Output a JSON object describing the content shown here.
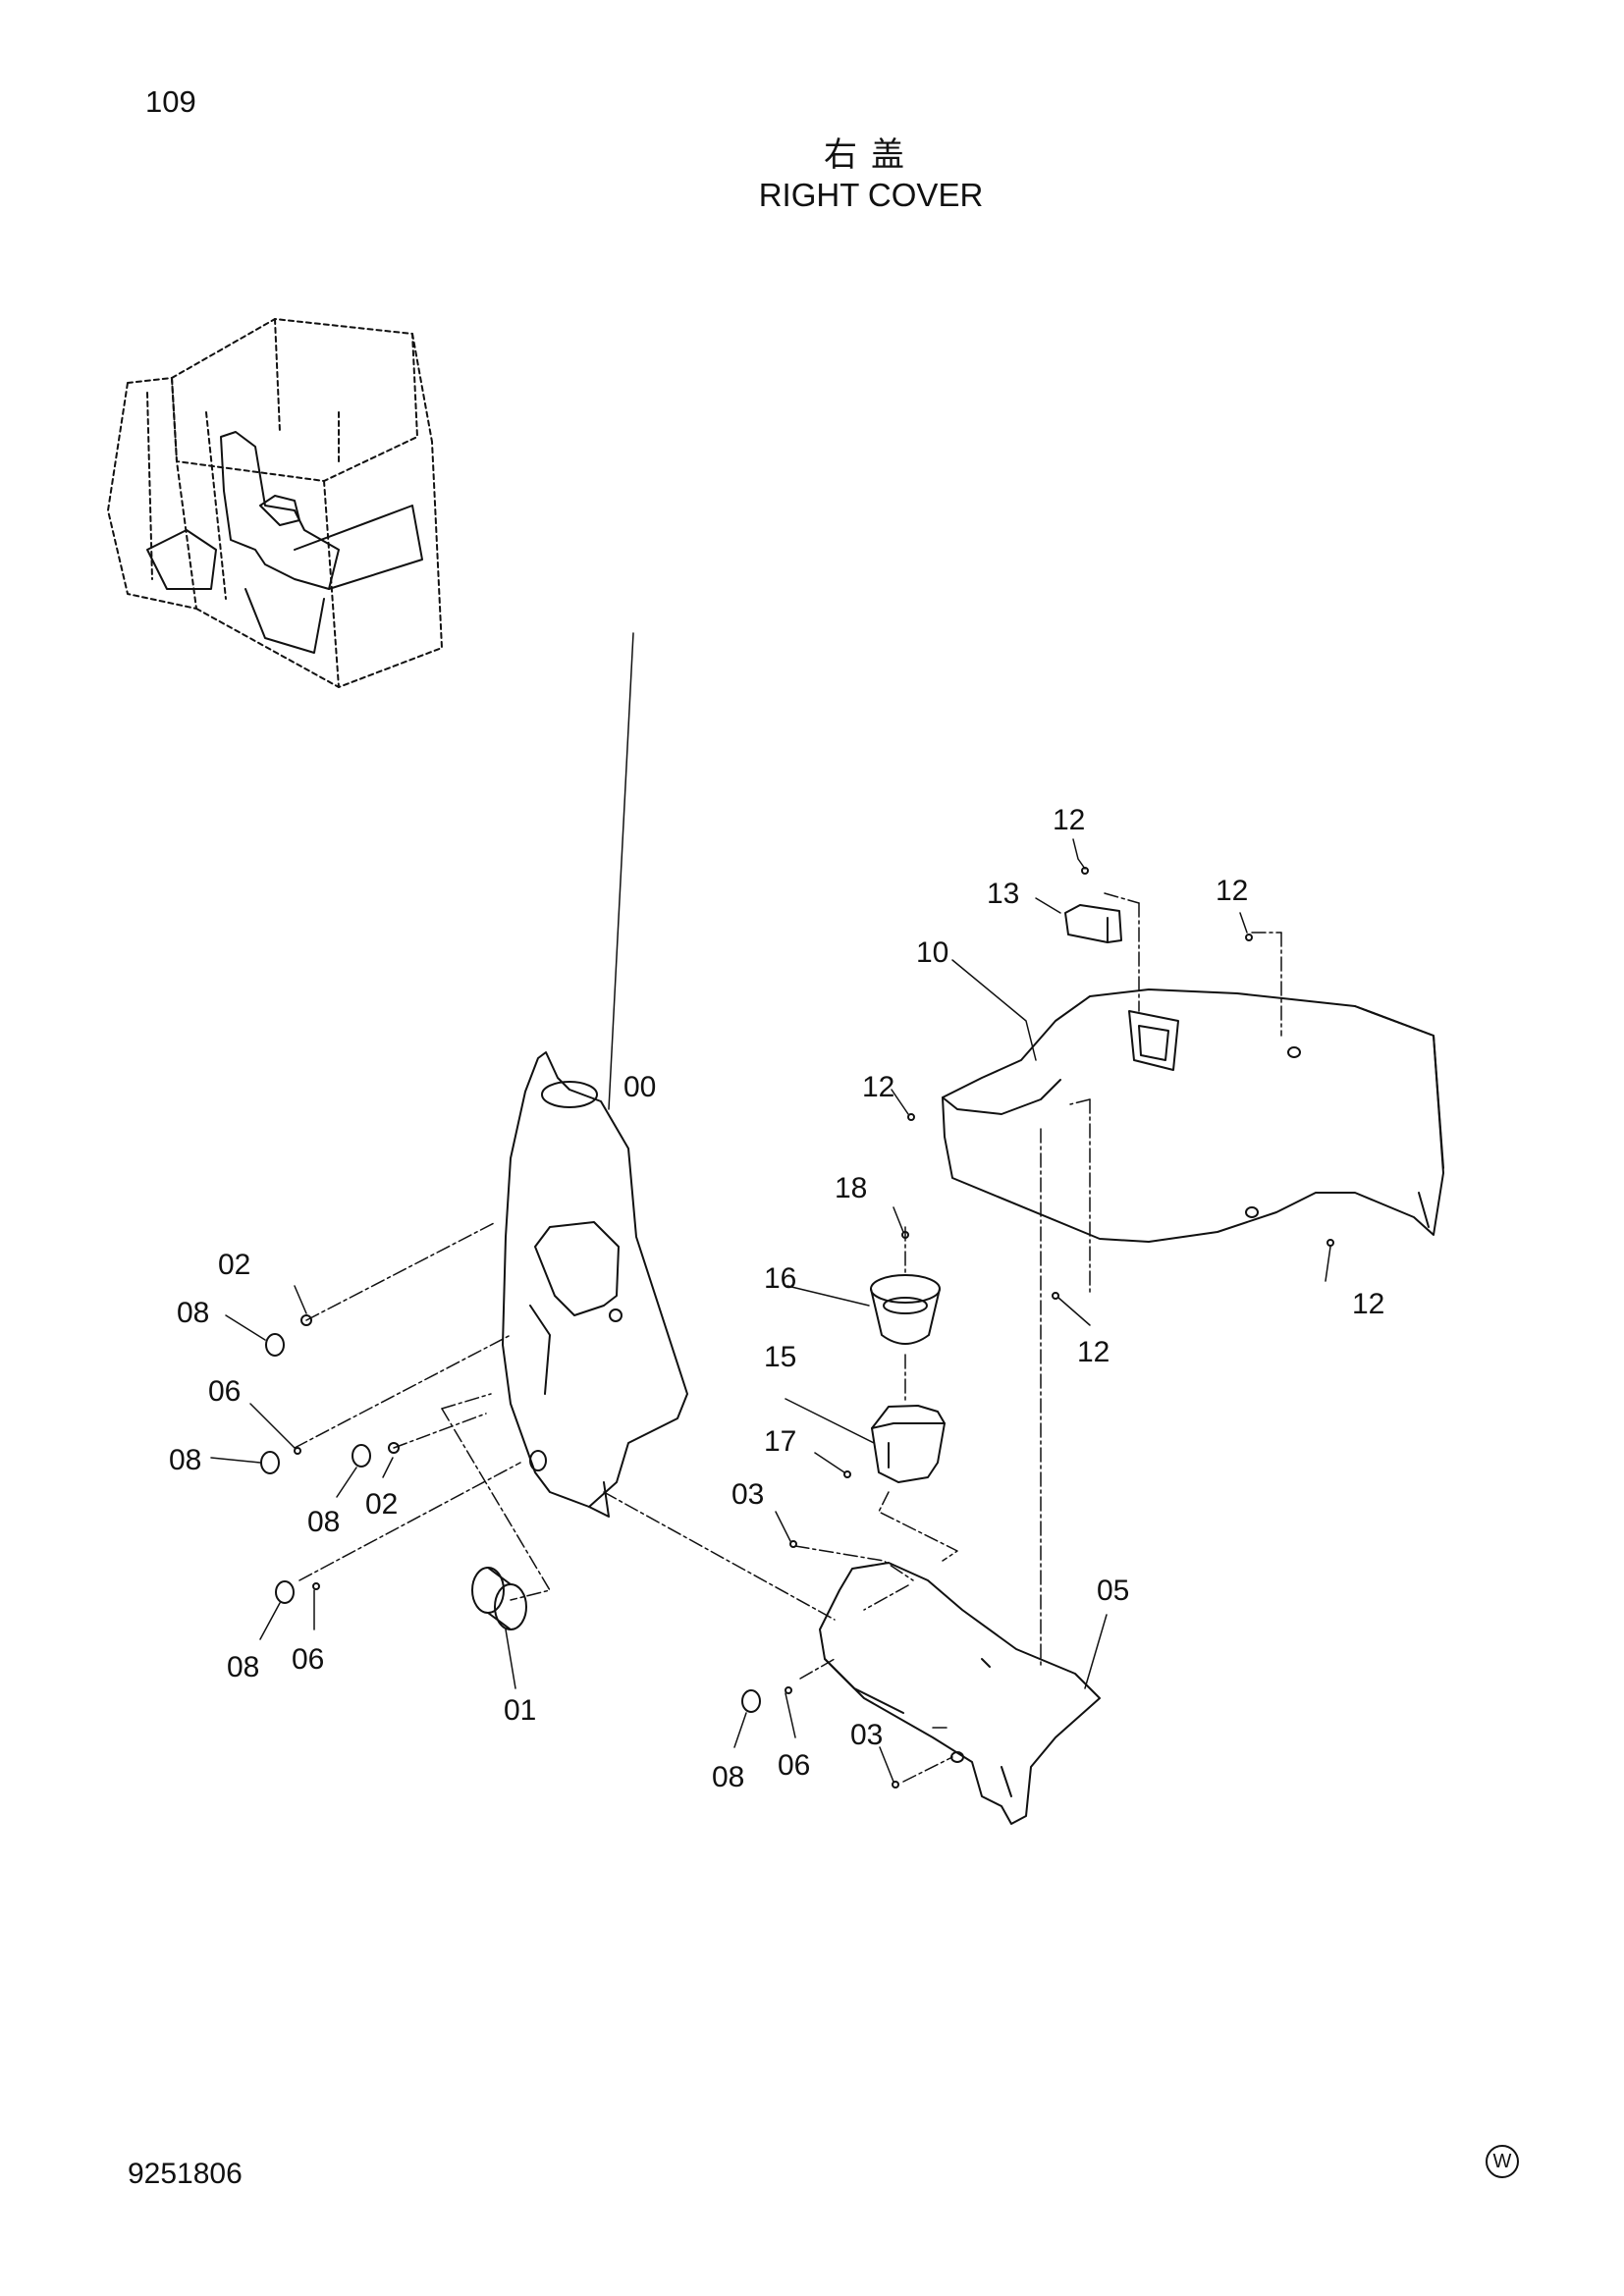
{
  "page_number": "109",
  "title_cn": "右盖",
  "title_en": "RIGHT COVER",
  "document_number": "9251806",
  "watermark_symbol": "W",
  "callouts": {
    "c12a": "12",
    "c13": "13",
    "c12b": "12",
    "c10": "10",
    "c00": "00",
    "c12c": "12",
    "c18": "18",
    "c02a": "02",
    "c08a": "08",
    "c16": "16",
    "c12d": "12",
    "c12e": "12",
    "c06a": "06",
    "c15": "15",
    "c08b": "08",
    "c17": "17",
    "c08c": "08",
    "c02b": "02",
    "c03a": "03",
    "c05": "05",
    "c08d": "08",
    "c06b": "06",
    "c01": "01",
    "c08e": "08",
    "c06c": "06",
    "c03b": "03"
  }
}
